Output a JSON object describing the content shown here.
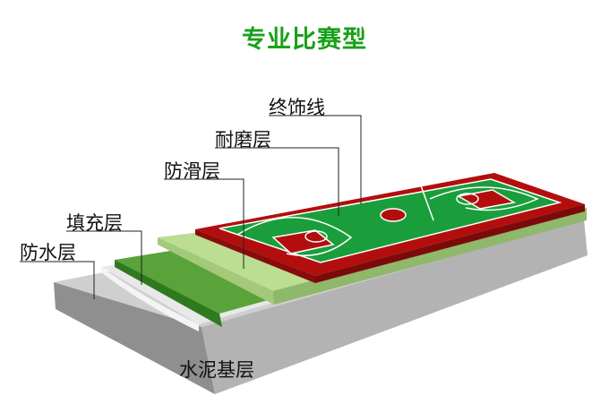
{
  "title": "专业比赛型",
  "layers": [
    {
      "id": "finish",
      "label": "终饰线",
      "color": "#333333"
    },
    {
      "id": "wear",
      "label": "耐磨层",
      "color": "#c00000"
    },
    {
      "id": "anti_slip",
      "label": "防滑层",
      "color": "#b5d98a"
    },
    {
      "id": "filler",
      "label": "填充层",
      "color": "#5aa33a"
    },
    {
      "id": "waterproof",
      "label": "防水层",
      "color": "#e5e5e5"
    },
    {
      "id": "cement_base",
      "label": "水泥基层",
      "color": "#9e9e9e"
    }
  ],
  "court": {
    "surface_color": "#1a9e3c",
    "border_color": "#b30e0e",
    "line_color": "#ffffff"
  },
  "title_color": "#1aa11a"
}
